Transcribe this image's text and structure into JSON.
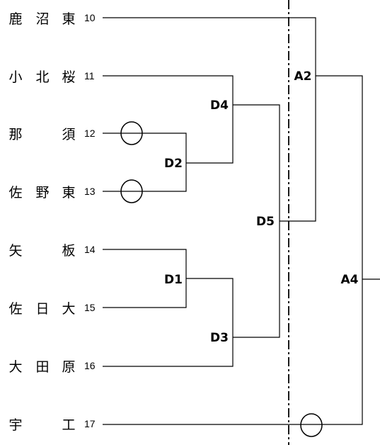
{
  "teams": [
    {
      "seed": "10",
      "name": [
        "鹿",
        "沼",
        "東"
      ]
    },
    {
      "seed": "11",
      "name": [
        "小",
        "北",
        "桜"
      ]
    },
    {
      "seed": "12",
      "name": [
        "那",
        "",
        "須"
      ]
    },
    {
      "seed": "13",
      "name": [
        "佐",
        "野",
        "東"
      ]
    },
    {
      "seed": "14",
      "name": [
        "矢",
        "",
        "板"
      ]
    },
    {
      "seed": "15",
      "name": [
        "佐",
        "日",
        "大"
      ]
    },
    {
      "seed": "16",
      "name": [
        "大",
        "田",
        "原"
      ]
    },
    {
      "seed": "17",
      "name": [
        "宇",
        "",
        "工"
      ]
    }
  ],
  "matches": {
    "d1": "D1",
    "d2": "D2",
    "d3": "D3",
    "d4": "D4",
    "d5": "D5",
    "a2": "A2",
    "a4": "A4"
  },
  "marks": {
    "circled_teams": [
      "12",
      "13",
      "17"
    ]
  }
}
